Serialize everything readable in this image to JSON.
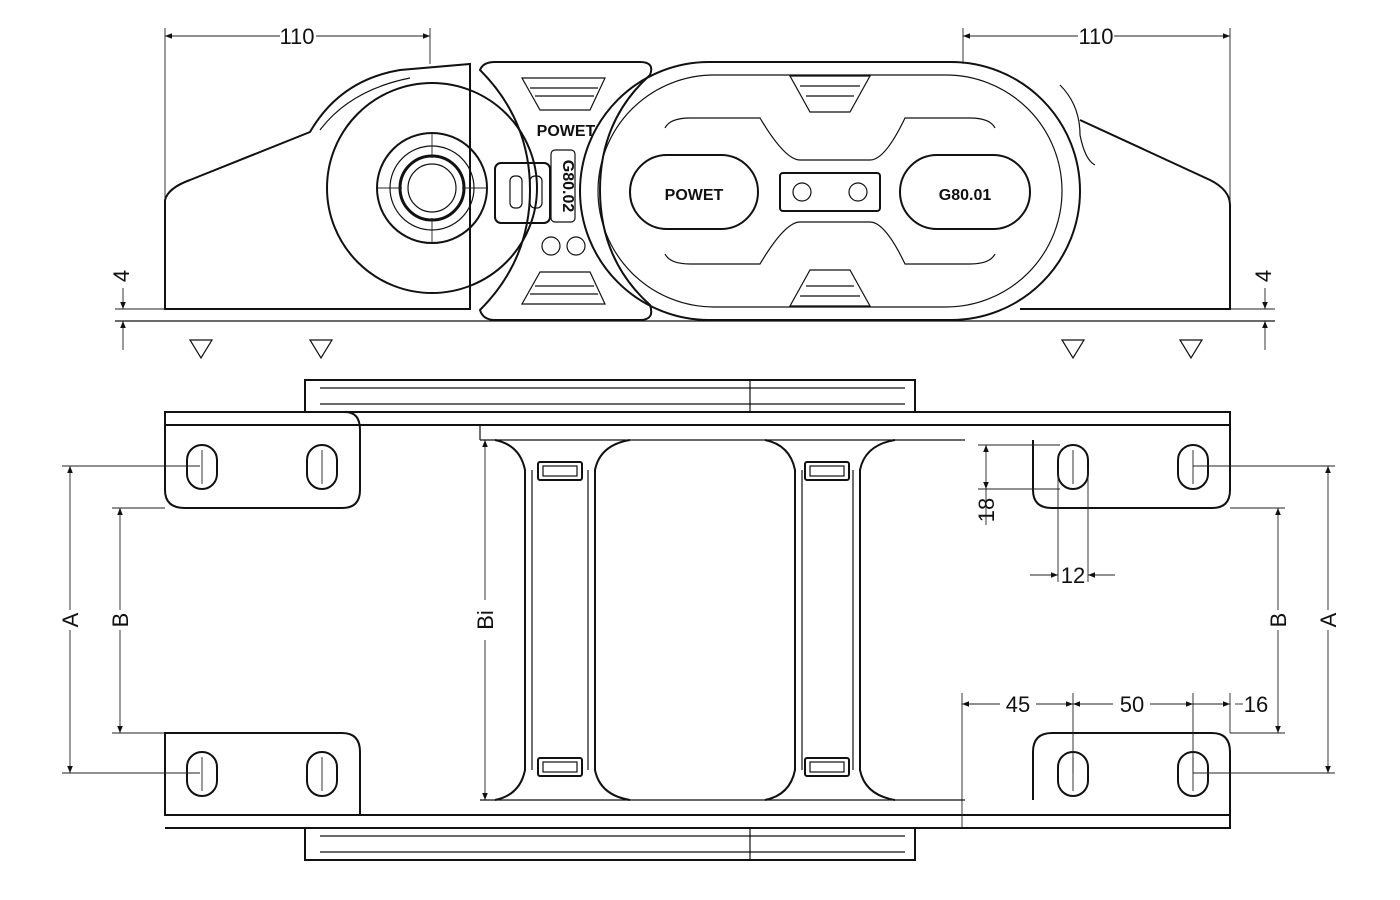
{
  "colors": {
    "line": "#111111",
    "background": "#ffffff"
  },
  "top_view": {
    "dim_left_length": "110",
    "dim_right_length": "110",
    "dim_left_height": "4",
    "dim_right_height": "4",
    "brand_label_oval": "POWET",
    "brand_label_small": "POWET",
    "part_code_vertical": "G80.02",
    "part_code_oval": "G80.01"
  },
  "plan_view": {
    "dim_A_left": "A",
    "dim_B_left": "B",
    "dim_Bi": "Bi",
    "dim_A_right": "A",
    "dim_B_right": "B",
    "dim_slot_height": "18",
    "dim_slot_width": "12",
    "dim_edge_offset": "45",
    "dim_hole_pitch": "50",
    "dim_end_offset": "16"
  },
  "icons": [
    "datum-triangle-icon",
    "slot-hole-icon",
    "pivot-bolt-icon"
  ]
}
